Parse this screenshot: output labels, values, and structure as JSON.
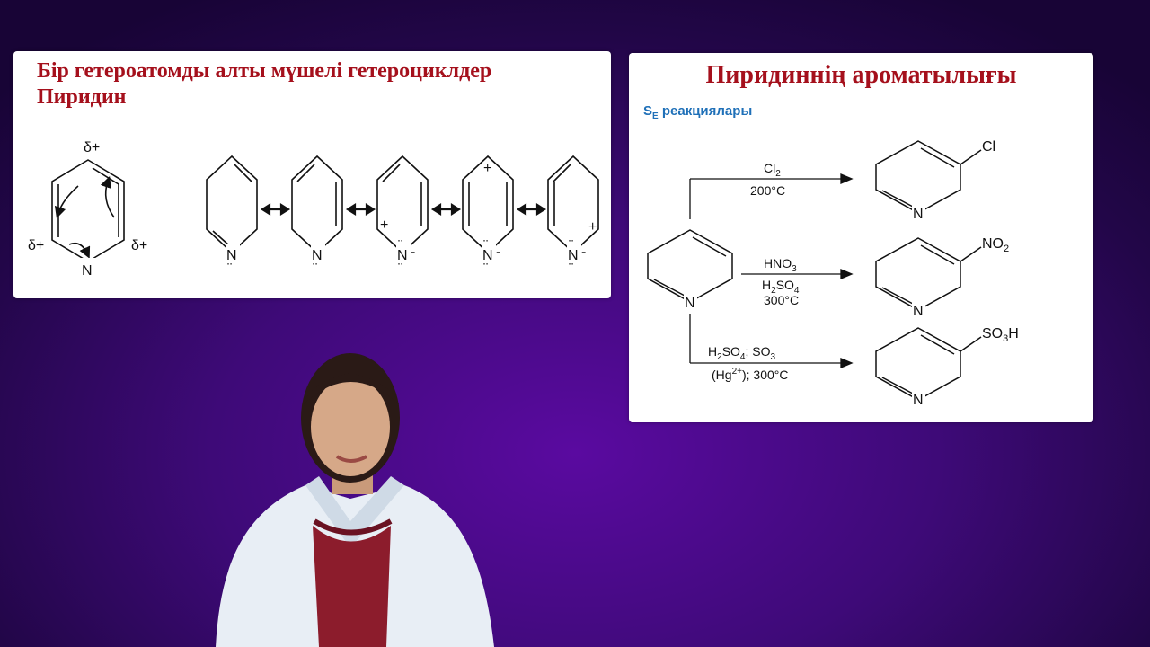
{
  "left_panel": {
    "title_line1": "Бір гетероатомды алты мүшелі гетероциклдер",
    "title_line2": "Пиридин",
    "delta_top": "δ+",
    "delta_left": "δ+",
    "delta_right": "δ+",
    "n_label": "N",
    "n_minus": "N¨",
    "minus_sign": "-",
    "plus_sign": "+",
    "lone_pair": "¨"
  },
  "right_panel": {
    "title": "Пиридиннің ароматылығы",
    "se_prefix": "S",
    "se_sub": "E",
    "se_suffix": " реакциялары",
    "n_label": "N",
    "r1_reagent": "Cl",
    "r1_reagent_sub": "2",
    "r1_condition": "200°C",
    "r1_substituent": "Cl",
    "r2_reagent": "HNO",
    "r2_reagent_sub": "3",
    "r2_cond1": "H",
    "r2_cond1_sub": "2",
    "r2_cond1_mid": "SO",
    "r2_cond1_sub2": "4",
    "r2_cond2": "300°C",
    "r2_substituent": "NO",
    "r2_substituent_sub": "2",
    "r3_reagent_a": "H",
    "r3_reagent_a_sub": "2",
    "r3_reagent_b": "SO",
    "r3_reagent_b_sub": "4",
    "r3_reagent_c": "; SO",
    "r3_reagent_c_sub": "3",
    "r3_cond_a": "(Hg",
    "r3_cond_sup": "2+",
    "r3_cond_b": "); 300°C",
    "r3_substituent_a": "SO",
    "r3_substituent_sub": "3",
    "r3_substituent_b": "H"
  },
  "colors": {
    "title_red": "#a5101c",
    "se_blue": "#1f70b8",
    "background_purple": "#3e0a78"
  }
}
